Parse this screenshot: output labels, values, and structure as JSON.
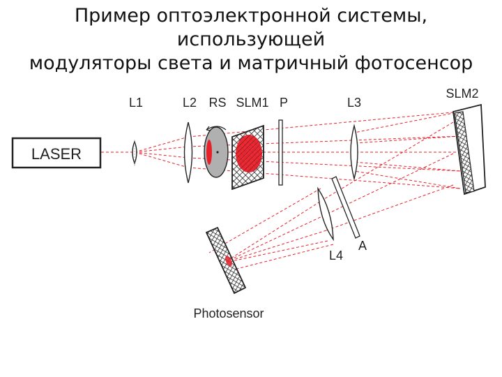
{
  "title": {
    "line1": "Пример оптоэлектронной системы, использующей",
    "line2": "модуляторы света и матричный фотосенсор"
  },
  "labels": {
    "laser": "LASER",
    "l1": "L1",
    "l2": "L2",
    "rs": "RS",
    "slm1": "SLM1",
    "p": "P",
    "l3": "L3",
    "slm2": "SLM2",
    "l4": "L4",
    "a": "A",
    "photosensor": "Photosensor"
  },
  "colors": {
    "beam": "#e8202a",
    "ink": "#222222",
    "diffuser": "#b0b0b0",
    "spot": "#e8202a"
  }
}
